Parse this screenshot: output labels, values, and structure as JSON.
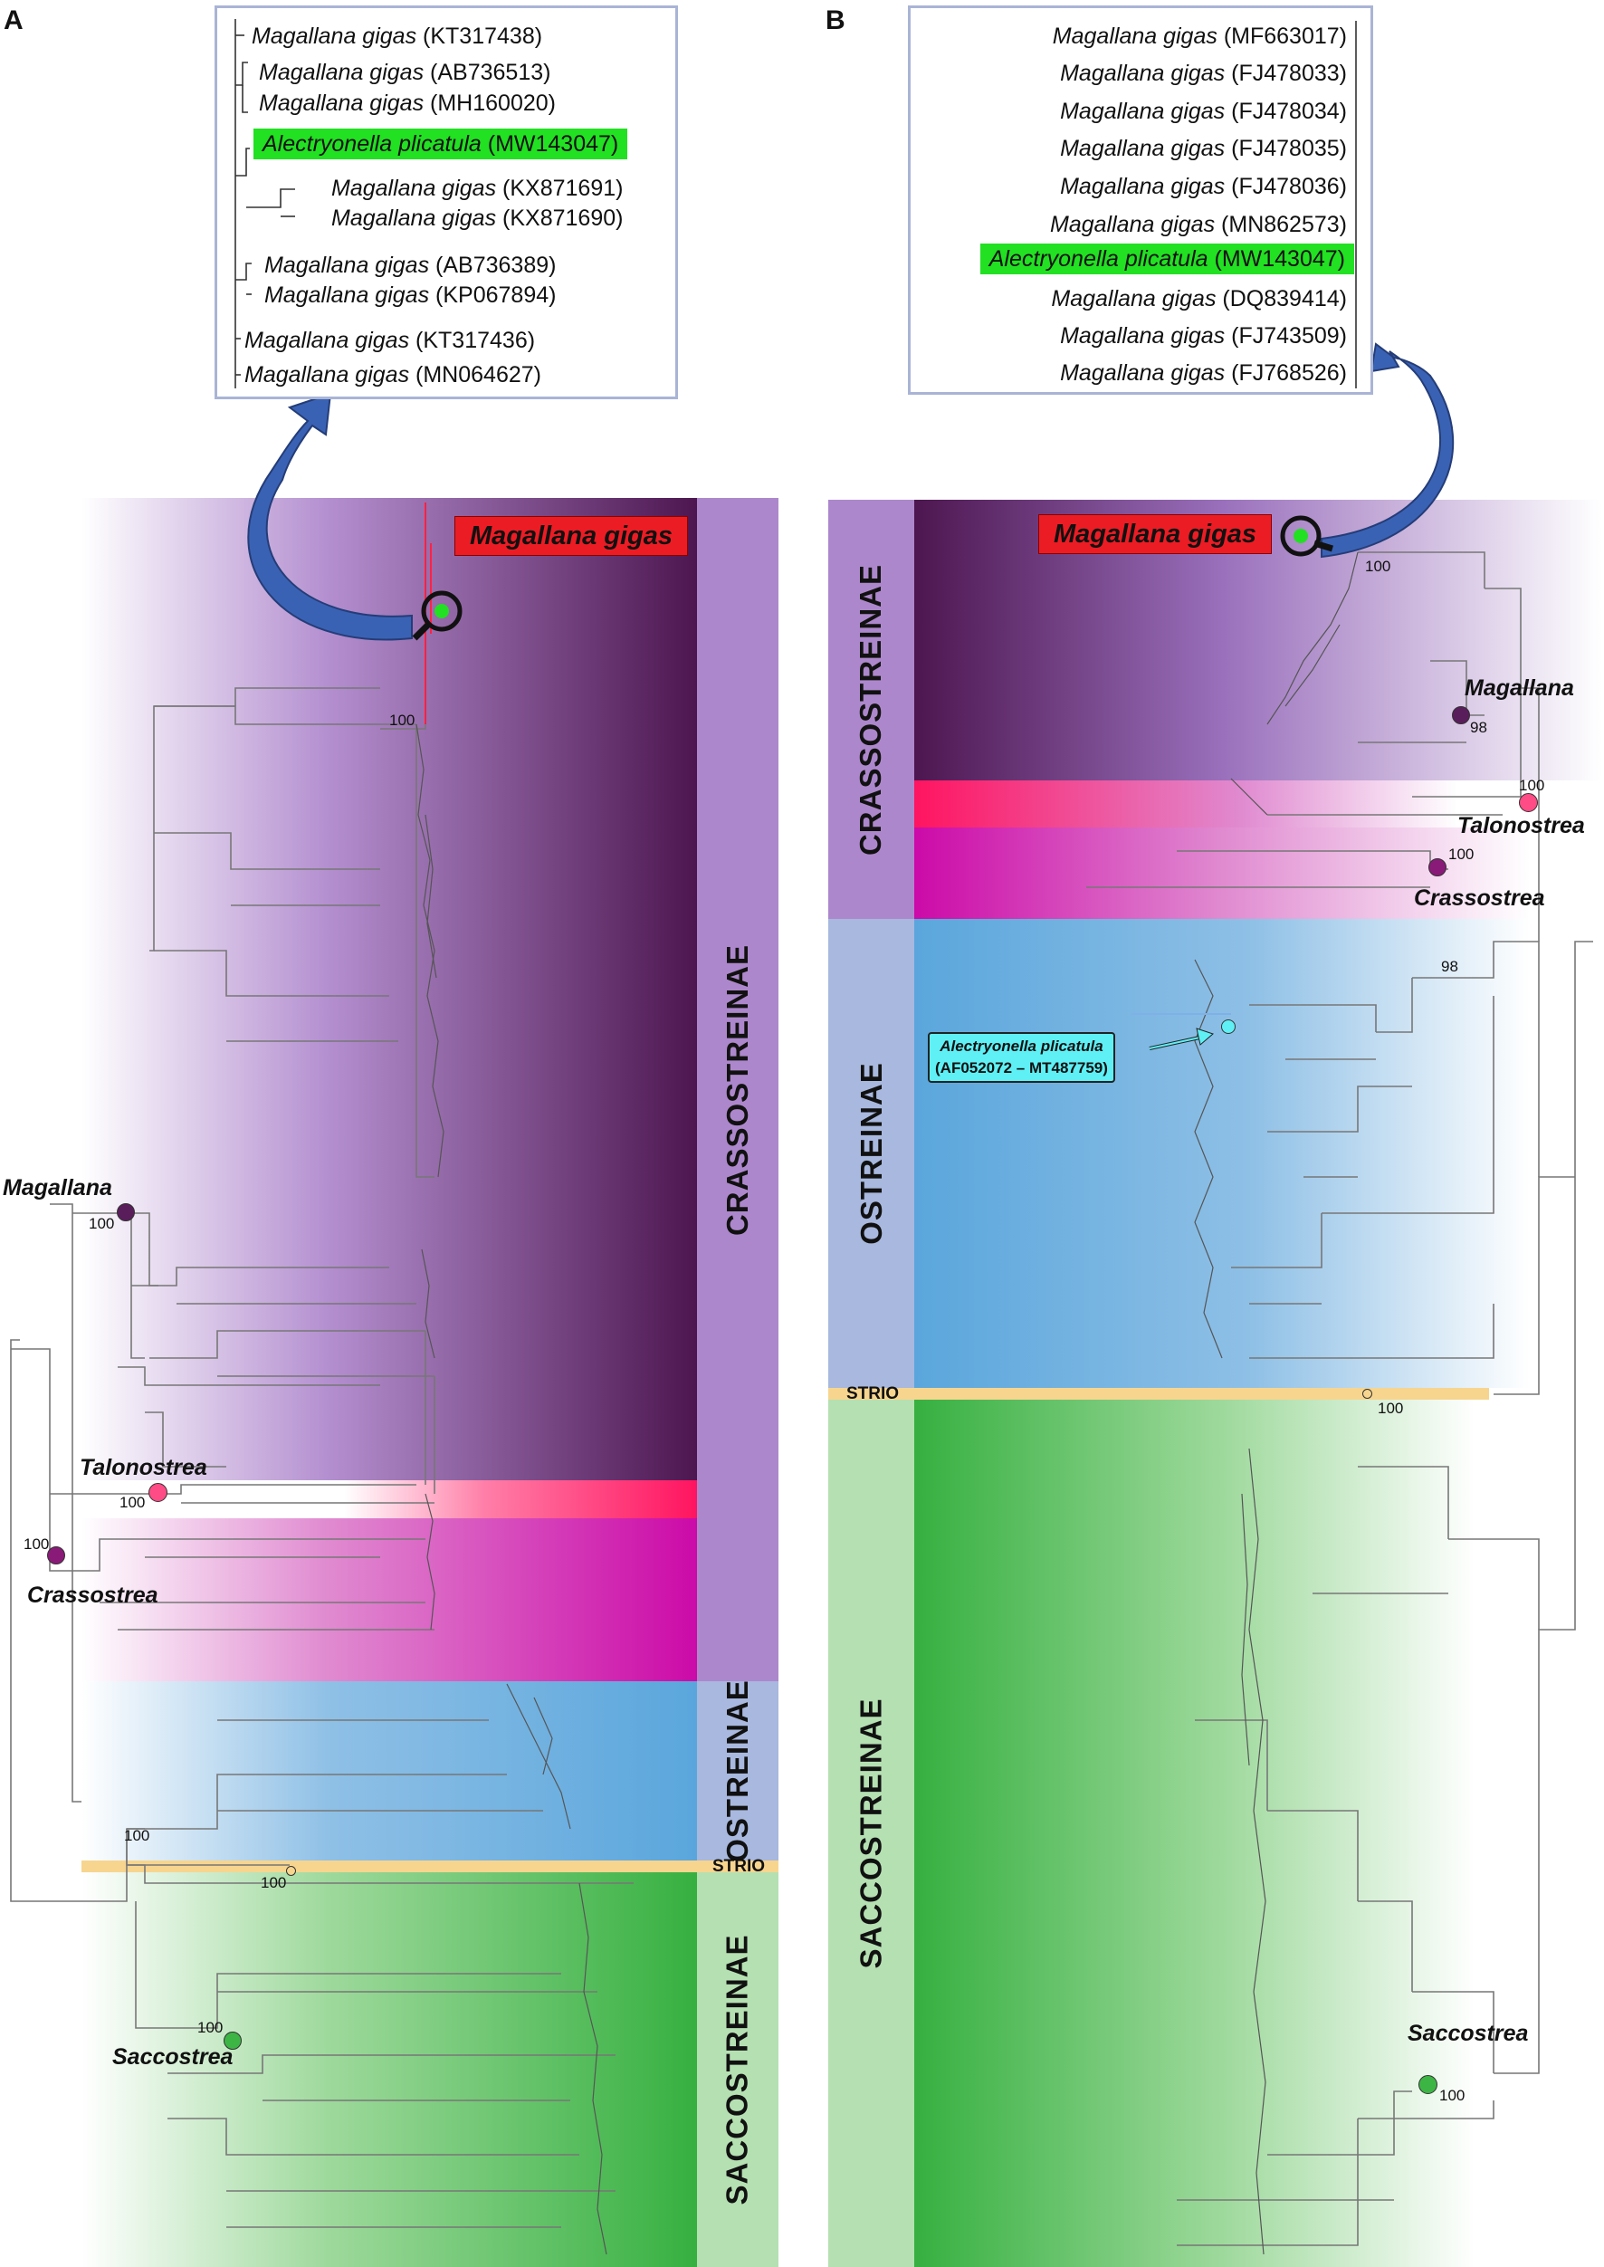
{
  "panels": {
    "a": {
      "letter": "A",
      "inset_rows": [
        {
          "species": "Magallana gigas",
          "accession": "(KT317438)"
        },
        {
          "species": "Magallana gigas",
          "accession": "(AB736513)"
        },
        {
          "species": "Magallana gigas",
          "accession": "(MH160020)"
        },
        {
          "species": "Alectryonella plicatula",
          "accession": "(MW143047)",
          "highlight": true
        },
        {
          "species": "Magallana gigas",
          "accession": "(KX871691)"
        },
        {
          "species": "Magallana gigas",
          "accession": "(KX871690)"
        },
        {
          "species": "Magallana gigas",
          "accession": "(AB736389)"
        },
        {
          "species": "Magallana gigas",
          "accession": "(KP067894)"
        },
        {
          "species": "Magallana gigas",
          "accession": "(KT317436)"
        },
        {
          "species": "Magallana gigas",
          "accession": "(MN064627)"
        }
      ],
      "red_label": "Magallana gigas",
      "subfamilies": [
        "CRASSOSTREINAE",
        "OSTREINAE",
        "STRIO",
        "SACCOSTREINAE"
      ],
      "clades": [
        {
          "name": "Magallana",
          "support": "100"
        },
        {
          "name": "Talonostrea",
          "support": "100"
        },
        {
          "name": "Crassostrea",
          "support": "100"
        },
        {
          "name": "Saccostrea",
          "support": "100"
        }
      ],
      "other_support": [
        "100",
        "100",
        "100"
      ]
    },
    "b": {
      "letter": "B",
      "inset_rows": [
        {
          "species": "Magallana gigas",
          "accession": "(MF663017)"
        },
        {
          "species": "Magallana gigas",
          "accession": "(FJ478033)"
        },
        {
          "species": "Magallana gigas",
          "accession": "(FJ478034)"
        },
        {
          "species": "Magallana gigas",
          "accession": "(FJ478035)"
        },
        {
          "species": "Magallana gigas",
          "accession": "(FJ478036)"
        },
        {
          "species": "Magallana gigas",
          "accession": "(MN862573)"
        },
        {
          "species": "Alectryonella plicatula",
          "accession": "(MW143047)",
          "highlight": true
        },
        {
          "species": "Magallana gigas",
          "accession": "(DQ839414)"
        },
        {
          "species": "Magallana gigas",
          "accession": "(FJ743509)"
        },
        {
          "species": "Magallana gigas",
          "accession": "(FJ768526)"
        }
      ],
      "red_label": "Magallana gigas",
      "subfamilies": [
        "CRASSOSTREINAE",
        "OSTREINAE",
        "STRIO",
        "SACCOSTREINAE"
      ],
      "clades": [
        {
          "name": "Magallana",
          "support": "98"
        },
        {
          "name": "Talonostrea",
          "support": "100"
        },
        {
          "name": "Crassostrea",
          "support": "100"
        },
        {
          "name": "Saccostrea",
          "support": "100"
        }
      ],
      "other_support": [
        "100",
        "98",
        "100"
      ],
      "callout": {
        "line1": "Alectryonella plicatula",
        "line2": "(AF052072 – MT487759)"
      }
    }
  },
  "colors": {
    "crassostreinae_dark": "#5a1d5c",
    "crassostreinae_band": "#ad87cc",
    "talonostrea": "#ff2266",
    "crassostrea": "#d010b0",
    "ostreinae": "#6aaee0",
    "ostreinae_band": "#a8b8de",
    "saccostreinae": "#3cb545",
    "saccostreinae_band": "#b5e0b2",
    "strio": "#f7d58e",
    "highlight_green": "#22e022",
    "red_label": "#ec1c24",
    "arrow_blue": "#3a62b4",
    "callout_cyan": "#5ef0f5"
  }
}
